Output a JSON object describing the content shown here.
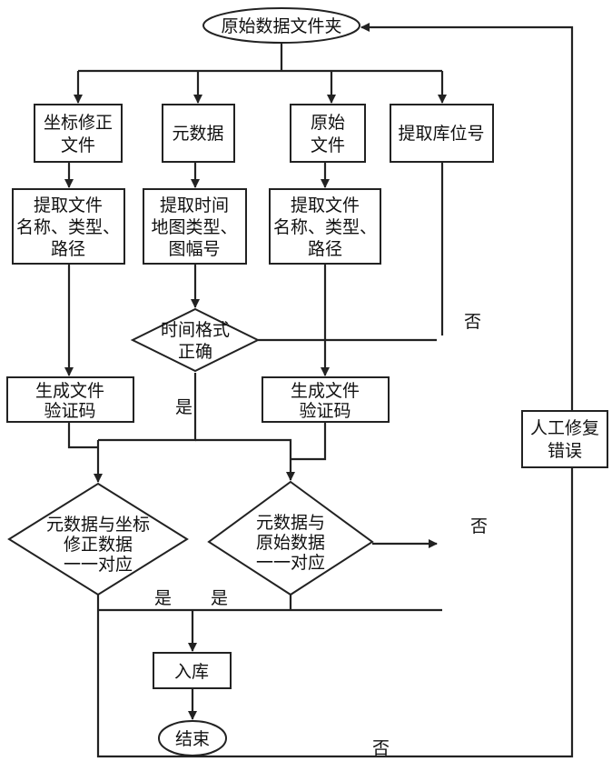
{
  "nodes": {
    "start": "原始数据文件夹",
    "box_coord_file": [
      "坐标修正",
      "文件"
    ],
    "box_metadata": "元数据",
    "box_raw_file": [
      "原始",
      "文件"
    ],
    "box_library_id": "提取库位号",
    "box_extract_1": [
      "提取文件",
      "名称、类型、",
      "路径"
    ],
    "box_extract_2": [
      "提取时间",
      "地图类型、",
      "图幅号"
    ],
    "box_extract_3": [
      "提取文件",
      "名称、类型、",
      "路径"
    ],
    "diamond_time": [
      "时间格式",
      "正确"
    ],
    "box_code_1": [
      "生成文件",
      "验证码"
    ],
    "box_code_2": [
      "生成文件",
      "验证码"
    ],
    "box_manual_fix": [
      "人工修复",
      "错误"
    ],
    "diamond_match_1": [
      "元数据与坐标",
      "修正数据",
      "一一对应"
    ],
    "diamond_match_2": [
      "元数据与",
      "原始数据",
      "一一对应"
    ],
    "box_store": "入库",
    "end": "结束"
  },
  "edge_labels": {
    "time_no": "否",
    "time_yes": "是",
    "match2_no": "否",
    "match1_yes": "是",
    "match2_yes": "是",
    "match1_no": "否"
  }
}
